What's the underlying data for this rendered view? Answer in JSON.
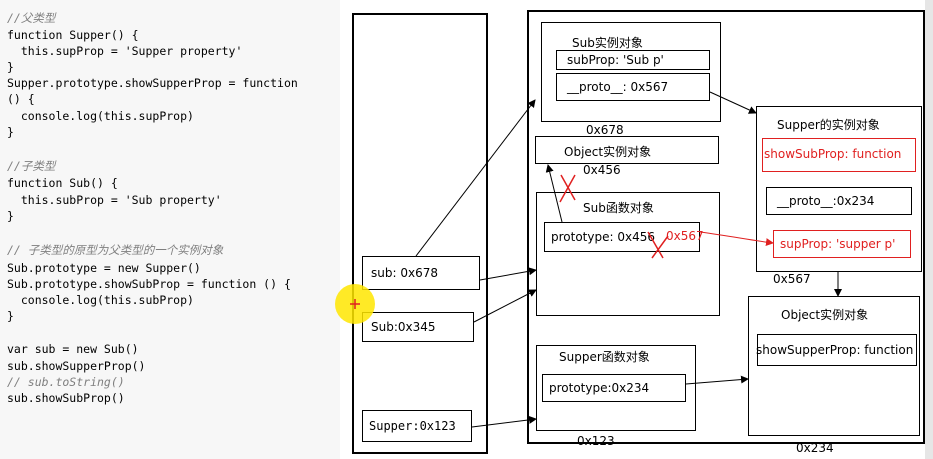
{
  "code_lines": [
    "//父类型",
    "function Supper() {",
    "  this.supProp = 'Supper property'",
    "}",
    "Supper.prototype.showSupperProp = function",
    "() {",
    "  console.log(this.supProp)",
    "}",
    "",
    "//子类型",
    "function Sub() {",
    "  this.subProp = 'Sub property'",
    "}",
    "",
    "// 子类型的原型为父类型的一个实例对象",
    "Sub.prototype = new Supper()",
    "Sub.prototype.showSubProp = function () {",
    "  console.log(this.subProp)",
    "}",
    "",
    "var sub = new Sub()",
    "sub.showSupperProp()",
    "// sub.toString()",
    "sub.showSubProp()"
  ],
  "stack": {
    "sub": "sub: 0x678",
    "Sub": "Sub:0x345",
    "Supper": "Supper:0x123"
  },
  "sub_instance": {
    "title": "Sub实例对象",
    "subProp": "subProp: 'Sub p'",
    "proto": "__proto__: 0x567",
    "address": "0x678"
  },
  "object_instance_small": {
    "title": "Object实例对象",
    "address": "0x456"
  },
  "sub_function": {
    "title": "Sub函数对象",
    "prototype": "prototype: 0x456",
    "new_address": "0x567"
  },
  "supper_function": {
    "title": "Supper函数对象",
    "prototype": "prototype:0x234",
    "address": "0x123"
  },
  "supper_instance": {
    "title": "Supper的实例对象",
    "showSubProp": "showSubProp: function",
    "proto": "__proto__:0x234",
    "supProp": "supProp: 'supper p'",
    "address": "0x567"
  },
  "object_instance_big": {
    "title": "Object实例对象",
    "showSupperProp": "showSupperProp: function",
    "address": "0x234"
  },
  "colors": {
    "annotation_red": "#e02020",
    "cursor_highlight": "#ffe600"
  }
}
